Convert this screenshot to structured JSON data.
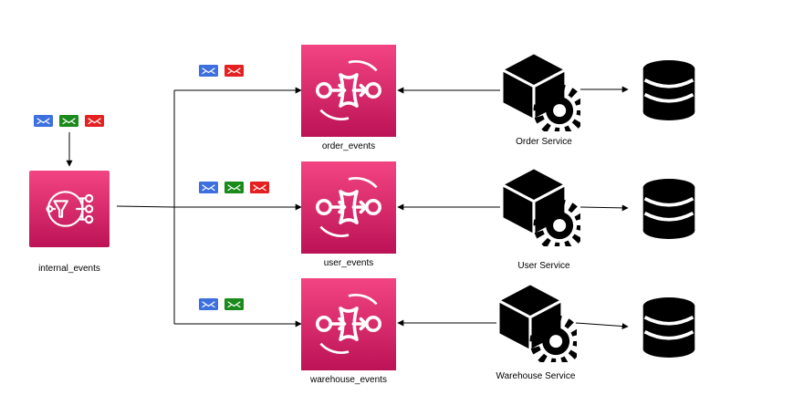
{
  "colors": {
    "sns_gradient_top": "#f34482",
    "sns_gradient_bottom": "#bc1356",
    "envelope_blue": "#3d6fdf",
    "envelope_green": "#1a8a1a",
    "envelope_red": "#e52020",
    "stroke": "#000000"
  },
  "hub": {
    "label": "internal_events",
    "icon": "sns-fanout-icon",
    "incoming_messages": [
      "blue",
      "green",
      "red"
    ]
  },
  "queues": [
    {
      "label": "order_events",
      "icon": "sqs-queue-icon",
      "messages": [
        "blue",
        "red"
      ]
    },
    {
      "label": "user_events",
      "icon": "sqs-queue-icon",
      "messages": [
        "blue",
        "green",
        "red"
      ]
    },
    {
      "label": "warehouse_events",
      "icon": "sqs-queue-icon",
      "messages": [
        "blue",
        "green"
      ]
    }
  ],
  "services": [
    {
      "label": "Order Service",
      "icon": "service-cube-gear-icon"
    },
    {
      "label": "User  Service",
      "icon": "service-cube-gear-icon"
    },
    {
      "label": "Warehouse Service",
      "icon": "service-cube-gear-icon"
    }
  ],
  "databases": [
    {
      "icon": "database-icon"
    },
    {
      "icon": "database-icon"
    },
    {
      "icon": "database-icon"
    }
  ]
}
